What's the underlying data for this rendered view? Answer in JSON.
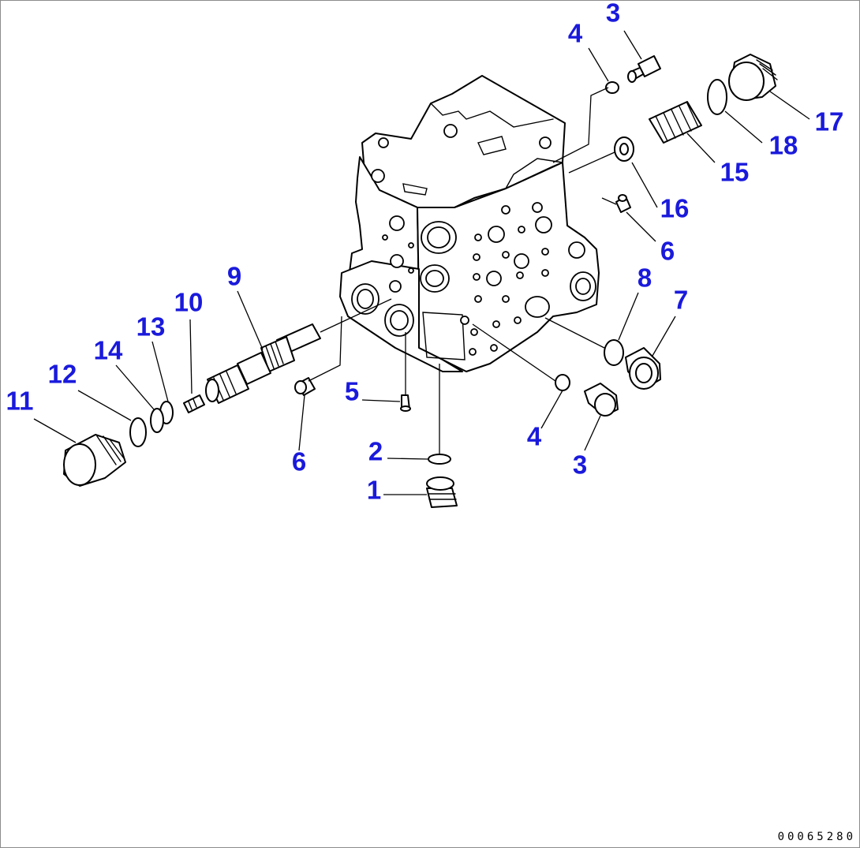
{
  "drawing_number": "00065280",
  "callout_color": "#1a1adc",
  "callouts": [
    {
      "id": "c3-top",
      "text": "3"
    },
    {
      "id": "c4-top",
      "text": "4"
    },
    {
      "id": "c17",
      "text": "17"
    },
    {
      "id": "c18",
      "text": "18"
    },
    {
      "id": "c15",
      "text": "15"
    },
    {
      "id": "c16",
      "text": "16"
    },
    {
      "id": "c6-right",
      "text": "6"
    },
    {
      "id": "c8",
      "text": "8"
    },
    {
      "id": "c7",
      "text": "7"
    },
    {
      "id": "c9",
      "text": "9"
    },
    {
      "id": "c10",
      "text": "10"
    },
    {
      "id": "c13",
      "text": "13"
    },
    {
      "id": "c14",
      "text": "14"
    },
    {
      "id": "c12",
      "text": "12"
    },
    {
      "id": "c11",
      "text": "11"
    },
    {
      "id": "c5",
      "text": "5"
    },
    {
      "id": "c6-left",
      "text": "6"
    },
    {
      "id": "c2",
      "text": "2"
    },
    {
      "id": "c1",
      "text": "1"
    },
    {
      "id": "c4-bottom",
      "text": "4"
    },
    {
      "id": "c3-bottom",
      "text": "3"
    }
  ]
}
